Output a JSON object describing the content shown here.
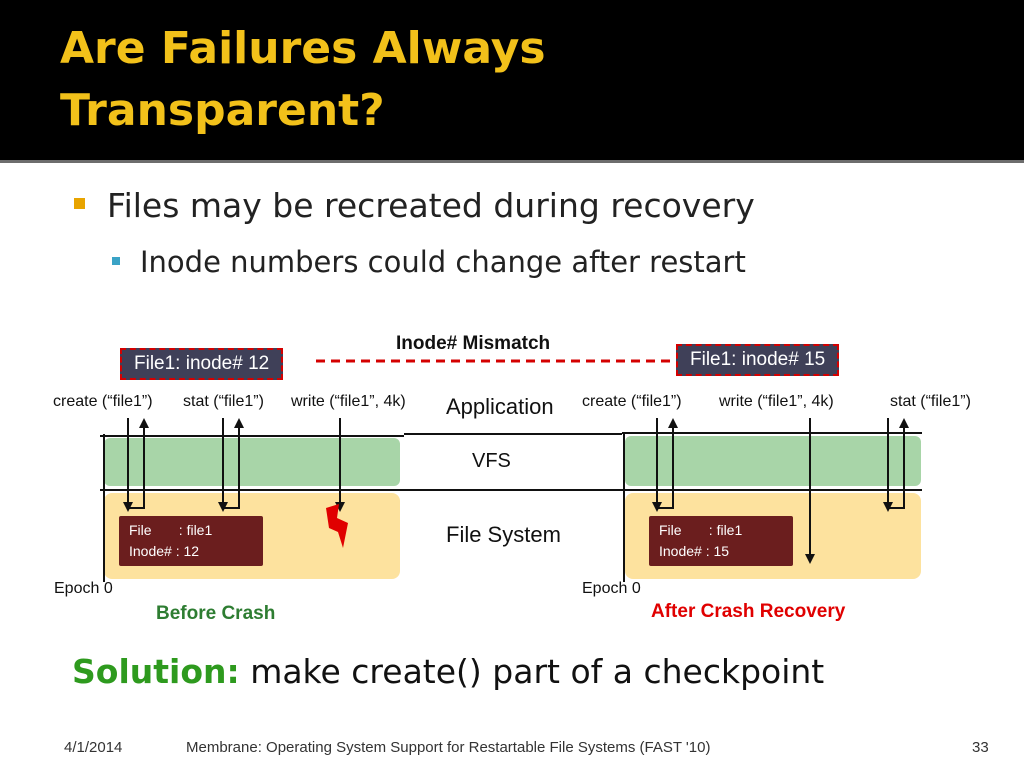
{
  "slide": {
    "title_line1": "Are Failures Always",
    "title_line2": "Transparent?",
    "bullet1": "Files may be recreated during recovery",
    "bullet2": "Inode numbers could change after restart"
  },
  "diagram": {
    "mismatch_label": "Inode# Mismatch",
    "left_inode_tag": "File1: inode# 12",
    "right_inode_tag": "File1: inode# 15",
    "layers": {
      "application": "Application",
      "vfs": "VFS",
      "file_system": "File System"
    },
    "left_ops": [
      "create (“file1”)",
      "stat (“file1”)",
      "write (“file1”, 4k)"
    ],
    "right_ops": [
      "create (“file1”)",
      "write (“file1”, 4k)",
      "stat (“file1”)"
    ],
    "left_file_box": {
      "line1": "File       : file1",
      "line2": "Inode# : 12"
    },
    "right_file_box": {
      "line1": "File       : file1",
      "line2": "Inode# : 15"
    },
    "left_epoch": "Epoch 0",
    "right_epoch": "Epoch 0",
    "before_label": "Before Crash",
    "after_label": "After Crash Recovery",
    "colors": {
      "vfs_band": "#a8d5a8",
      "fs_band": "#fde29e",
      "file_box": "#6b1e1e",
      "inode_tag": "#3f4058",
      "mismatch_line": "#d40000",
      "crash_icon": "#e00000"
    }
  },
  "solution": {
    "keyword": "Solution:",
    "text": " make create() part of a checkpoint"
  },
  "footer": {
    "date": "4/1/2014",
    "citation": "Membrane: Operating System Support for Restartable File Systems (FAST '10)",
    "page": "33"
  }
}
